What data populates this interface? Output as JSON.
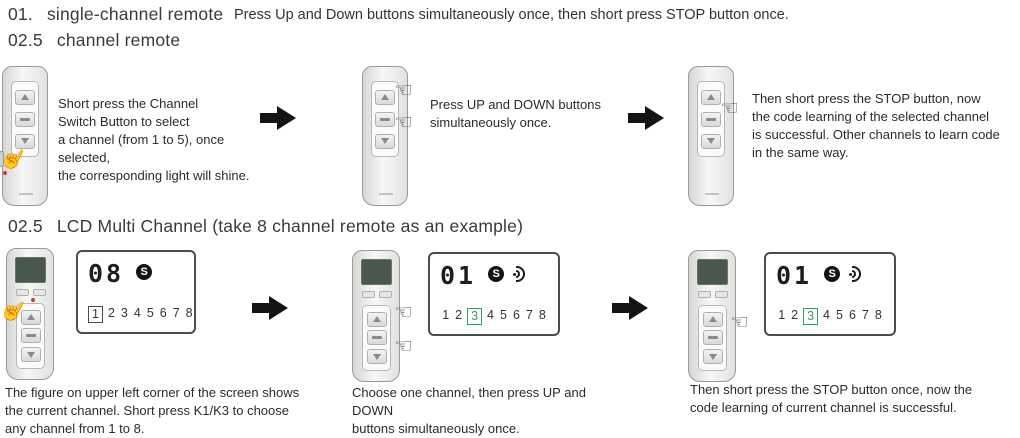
{
  "colors": {
    "accent_green": "#2f9e5f",
    "ink": "#2b2b2b",
    "arrow": "#141414",
    "lcd_screen": "#49584e"
  },
  "header": {
    "s1_number": "01.",
    "s1_title": "single-channel remote",
    "s1_instruction": "Press Up and Down buttons simultaneously once, then short press STOP button once."
  },
  "section5ch": {
    "heading_number": "02.5",
    "heading_title": "channel remote",
    "steps": [
      {
        "text": "Short press the Channel\nSwitch Button to select\na channel (from 1 to 5), once selected,\nthe corresponding light will shine."
      },
      {
        "text": "Press UP and DOWN buttons\nsimultaneously once."
      },
      {
        "text": "Then short press the STOP button, now\nthe code learning of the selected channel\nis successful. Other channels to learn code\nin the same way."
      }
    ]
  },
  "sectionLcd": {
    "heading_number": "02.5",
    "heading_title": "LCD Multi Channel (take 8 channel remote as an example)",
    "steps": [
      {
        "text": "The figure on upper left corner of the screen shows\nthe current channel. Short press K1/K3 to choose\nany channel from 1 to 8."
      },
      {
        "text": "Choose one channel, then press UP and DOWN\nbuttons simultaneously once."
      },
      {
        "text": "Then short press the STOP button once, now the\ncode learning of current channel is successful."
      }
    ],
    "screens": [
      {
        "channel": "08",
        "badge": "S",
        "digits": [
          "1",
          "2",
          "3",
          "4",
          "5",
          "6",
          "7",
          "8"
        ]
      },
      {
        "channel": "01",
        "badge": "S",
        "digits": [
          "1",
          "2",
          "3",
          "4",
          "5",
          "6",
          "7",
          "8"
        ]
      },
      {
        "channel": "01",
        "badge": "S",
        "digits": [
          "1",
          "2",
          "3",
          "4",
          "5",
          "6",
          "7",
          "8"
        ]
      }
    ]
  }
}
